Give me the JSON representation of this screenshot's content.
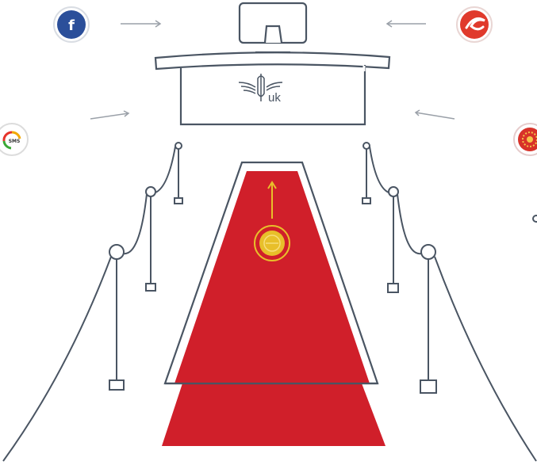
{
  "podium": {
    "brand_text": "uk"
  },
  "badges": {
    "left_top": {
      "icon": "facebook-icon",
      "glyph": "f",
      "color": "#2b4f9a"
    },
    "right_top": {
      "icon": "brand-swoosh-icon",
      "color": "#e03a2c"
    },
    "left_mid": {
      "icon": "colorful-logo-icon",
      "label": "SMS"
    },
    "right_mid": {
      "icon": "seal-icon",
      "color": "#d8322a"
    }
  },
  "colors": {
    "line": "#4a5563",
    "carpet": "#d01f2a",
    "coin": "#e8bf2a",
    "arrow": "#9aa0a8"
  }
}
